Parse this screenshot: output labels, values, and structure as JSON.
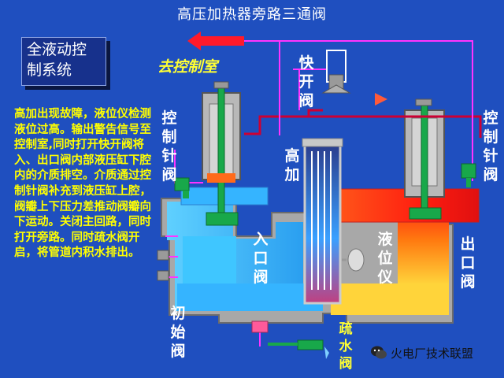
{
  "title": "高压加热器旁路三通阀",
  "system_box": {
    "line1": "全液动控",
    "line2": "制系统"
  },
  "description": "高加出现故障，液位仪检测液位过高。输出警告信号至控制室,同时打开快开阀将入、出口阀内部液压缸下腔内的介质排空。介质通过控制针阀补充到液压缸上腔，阀瓣上下压力差推动阀瓣向下运动。关闭主回路，同时打开旁路。同时疏水阀开启，将管道内积水排出。",
  "labels": {
    "to_control_room": "去控制室",
    "quick_open_valve": "快开阀",
    "control_needle_valve_left": "控制针阀",
    "control_needle_valve_right": "控制针阀",
    "heater": "高加",
    "inlet_valve": "入口阀",
    "level_gauge": "液位仪",
    "outlet_valve": "出口阀",
    "initial_valve": "初始阀",
    "drain_valve": "疏水阀"
  },
  "watermark": "火电厂技术联盟",
  "colors": {
    "background": "#1f4fbf",
    "cold_water": "#3fb8ff",
    "hot_water": "#ff2a10",
    "control_line": "#cc0033",
    "signal_line": "#ff33ff",
    "valve_green": "#18a84a",
    "body_grey": "#9a9a9a",
    "yellow_text": "#ffff00"
  }
}
